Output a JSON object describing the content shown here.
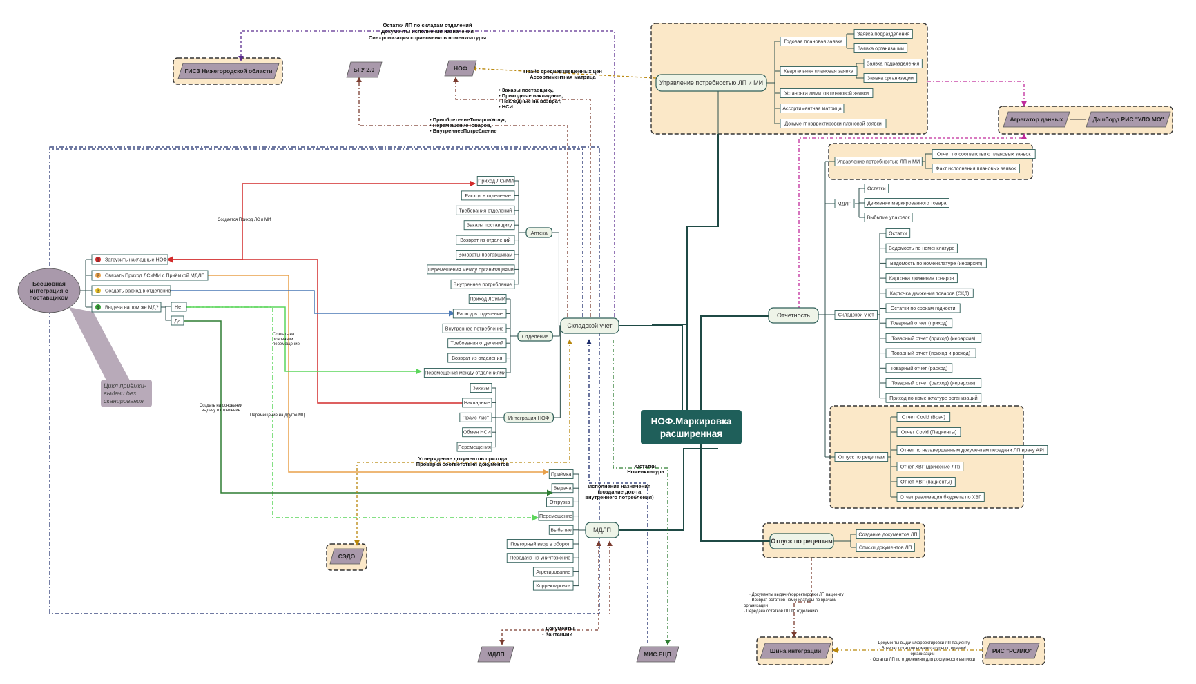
{
  "central": {
    "title_line1": "НОФ.Маркировка",
    "title_line2": "расширенная"
  },
  "hubs": {
    "sklad": "Складской учет",
    "mdlp": "МДЛП",
    "upravlenie": "Управление потребностью ЛП и МИ",
    "otchetnost": "Отчетность",
    "otpusk": "Отпуск по рецептам"
  },
  "external": {
    "gisz": "ГИСЗ Нижегородской области",
    "bgu": "БГУ 2.0",
    "nof": "НОФ",
    "sedo": "СЭДО",
    "mdlp_ext": "МДЛП",
    "mis": "МИС.ЕЦП",
    "aggregator": "Агрегатор данных",
    "dashboard": "Дашборд РИС \"УЛО МО\"",
    "shina": "Шина интеграции",
    "rsllo": "РИС \"РСЛЛО\""
  },
  "supplier": {
    "oval_line1": "Бесшовная",
    "oval_line2": "интеграция с",
    "oval_line3": "поставщиком",
    "callout_line1": "Цикл приёмки-",
    "callout_line2": "выдачи без",
    "callout_line3": "сканирования",
    "steps": [
      {
        "num": "1",
        "label": "Загрузить накладные НОФ",
        "color": "#d22b2b"
      },
      {
        "num": "2",
        "label": "Связать Приход ЛСиМИ с  Приёмкой МДЛП",
        "color": "#e8a04a"
      },
      {
        "num": "3",
        "label": "Создать расход в отделение",
        "color": "#e8c02a"
      },
      {
        "num": "4",
        "label": "Выдача  на том же  МД?",
        "color": "#3aa33a"
      }
    ],
    "no": "Нет",
    "yes": "Да"
  },
  "sklad_tree": {
    "apteka": "Аптека",
    "apteka_items": [
      "Приход ЛСиМИ",
      "Расход в отделение",
      "Требования отделений",
      "Заказы поставщику",
      "Возврат из отделений",
      "Возвраты поставщикам",
      "Перемещения между организациями",
      "Внутреннее потребление"
    ],
    "otdelenie": "Отделение",
    "otdelenie_items": [
      "Приход ЛСиМИ",
      "Расход в отделение",
      "Внутреннее потребление",
      "Требования отделений",
      "Возврат из отделения",
      "Перемещения между отделениями"
    ],
    "integr": "Интеграция НОФ",
    "integr_items": [
      "Заказы",
      "Накладные",
      "Прайс-лист",
      "Обмен НСИ",
      "Перемещения"
    ]
  },
  "mdlp_items": [
    "Приёмка",
    "Выдача",
    "Отгрузка",
    "Перемещение",
    "Выбытие",
    "Повторный ввод в оборот",
    "Передача на уничтожение",
    "Агрегирование",
    "Корректировка"
  ],
  "upravlenie_tree": {
    "godovaya": "Годовая плановая заявка",
    "godovaya_items": [
      "Заявка подразделения",
      "Заявка организации"
    ],
    "kvartal": "Квартальная плановая заявка",
    "kvartal_items": [
      "Заявка подразделения",
      "Заявка организации"
    ],
    "others": [
      "Установка лимитов плановой заявки",
      "Ассортиментная матрица",
      "Документ корректировки плановой заявки"
    ]
  },
  "otchetnost_tree": {
    "upr": "Управление потребностью ЛП и МИ",
    "upr_items": [
      "Отчет по соответствию плановых заявок",
      "Факт исполнения плановых заявок"
    ],
    "mdlp": "МДЛП",
    "mdlp_items": [
      "Остатки",
      "Движение маркированного товара",
      "Выбытие упаковок"
    ],
    "sklad": "Складской учет",
    "sklad_items": [
      "Остатки",
      "Ведомость по номенклатуре",
      "Ведомость по номенклатуре (иерархия)",
      "Карточка движения товаров",
      "Карточка движения товаров (СКД)",
      "Остатки по срокам годности",
      "Товарный отчет (приход)",
      "Товарный отчет (приход) (иерархия)",
      "Товарный отчет (приход и расход)",
      "Товарный отчет (расход)",
      "Товарный отчет (расход) (иерархия)",
      "Приход по номенклатуре организаций"
    ],
    "otpusk": "Отпуск по рецептам",
    "otpusk_items": [
      "Отчет Covid (Врач)",
      "Отчет Covid (Пациенты)",
      "Отчет по незавершенным документам передачи ЛП врачу API",
      "Отчет ХВГ (движение ЛП)",
      "Отчет ХВГ (пациенты)",
      "Отчет реализация бюджета по ХВГ"
    ]
  },
  "otpusk_items": [
    "Создание документов ЛП",
    "Списки документов ЛП"
  ],
  "annotations": {
    "top_1": "Остатки ЛП по складам отделений",
    "top_2": "Документы исполнения назначения",
    "top_3": "Синхронизация справочников номенклатуры",
    "price_1": "Прайс средневзвешенных цен",
    "price_2": "Ассортиментная матрица",
    "nof_1": "• Заказы поставщику,",
    "nof_2": "• Приходные накладные,",
    "nof_3": "• Накладные на возврат,",
    "nof_4": "• НСИ",
    "bgu_1": "• ПриобретениеТоваровУслуг,",
    "bgu_2": "• ПеремещениеТоваров,",
    "bgu_3": "• ВнутреннееПотребление",
    "created": "Создается Приход ЛС и МИ",
    "sozdat_1": "Создать на",
    "sozdat_2": "основании",
    "sozdat_3": "перемещение",
    "vydacha_1": "Создать на основании",
    "vydacha_2": "выдачу в отделение",
    "peremeshenie": "Перемещение на другое МД",
    "utv_1": "Утверждение документов прихода",
    "utv_2": "Проверка соответствия документов",
    "ostatki_1": "Остатки",
    "ostatki_2": "Номенклатура",
    "isp_1": "Исполнение назначения",
    "isp_2": "(создание док-та",
    "isp_3": "внутреннего потребления)",
    "docs_1": "- Документы,",
    "docs_2": "- Кантанции",
    "shina_1": "· Документы выдачи/корректировки ЛП пациенту",
    "shina_2": "· Возврат остатков номенклатуры по врачам/",
    "shina_3": "организации",
    "shina_4": "· Передача остатков ЛП по отделению",
    "rsllo_1": "· Документы выдачи/корректировки ЛП пациенту",
    "rsllo_2": "· Возврат остатков номенклатуры по врачам/",
    "rsllo_3": "организации",
    "rsllo_4": "· Остатки ЛП по отделениям для доступности выписки"
  },
  "colors": {
    "teal_dark": "#1f5f5a",
    "group_fill": "#fbe8c8",
    "para_fill": "#a999ab",
    "red": "#d22b2b",
    "orange": "#e8a04a",
    "blue": "#4a78b5",
    "green": "#2e7d32",
    "lightgreen": "#5cd65c",
    "purple": "#5b2c8f",
    "brown": "#7a3b2e",
    "gold": "#b8860b",
    "magenta": "#c02a9a",
    "navy": "#1a2a6a"
  }
}
